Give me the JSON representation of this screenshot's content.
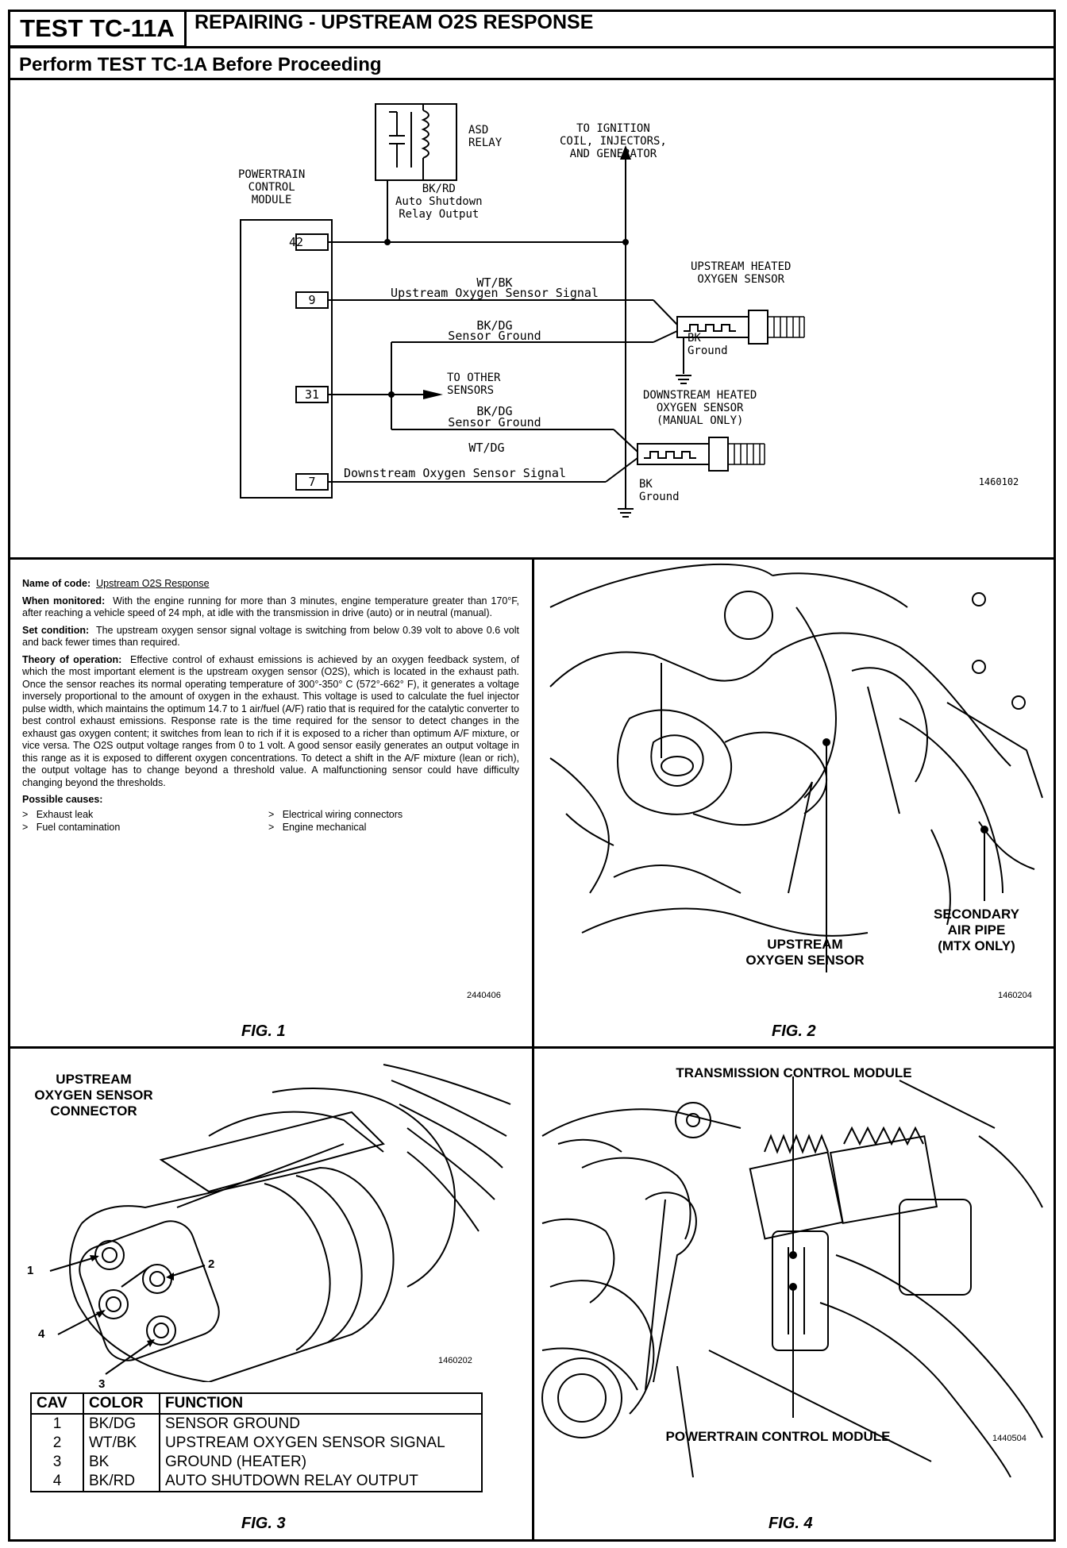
{
  "header": {
    "test_id": "TEST TC-11A",
    "title": "REPAIRING - UPSTREAM O2S RESPONSE",
    "subtitle": "Perform TEST TC-1A Before Proceeding"
  },
  "schematic": {
    "asd_relay": "ASD\nRELAY",
    "to_ignition": "TO IGNITION\nCOIL, INJECTORS,\nAND GENERATOR",
    "pcm": "POWERTRAIN\nCONTROL\nMODULE",
    "bkrd_label": "BK/RD\nAuto Shutdown\nRelay Output",
    "pins": [
      "42",
      "9",
      "31",
      "7"
    ],
    "wtbk_label": "WT/BK",
    "upstream_signal": "Upstream Oxygen Sensor Signal",
    "bkdg_label_1": "BK/DG",
    "sensor_ground_1": "Sensor Ground",
    "upstream_heated": "UPSTREAM HEATED\nOXYGEN SENSOR",
    "bk_ground_1": "BK\nGround",
    "to_other": "TO OTHER\nSENSORS",
    "bkdg_label_2": "BK/DG",
    "sensor_ground_2": "Sensor Ground",
    "downstream_heated": "DOWNSTREAM HEATED\nOXYGEN SENSOR\n(MANUAL ONLY)",
    "wtdg_label": "WT/DG",
    "downstream_signal": "Downstream Oxygen Sensor Signal",
    "bk_ground_2": "BK\nGround",
    "ref": "1460102"
  },
  "fig1": {
    "name_label": "Name of code:",
    "name_value": "Upstream O2S Response",
    "when_label": "When monitored:",
    "when_text": "With the engine running for more than 3 minutes, engine temperature greater than 170°F, after reaching a vehicle speed of 24 mph, at idle with the transmission in drive (auto) or in neutral (manual).",
    "set_label": "Set condition:",
    "set_text": "The upstream oxygen sensor signal voltage is switching from below 0.39 volt to above 0.6 volt and back fewer times than required.",
    "theory_label": "Theory of operation:",
    "theory_text": "Effective control of exhaust emissions is achieved by an oxygen feedback system, of which the most important element is the upstream oxygen sensor (O2S), which is located in the exhaust path. Once the sensor reaches its normal operating temperature of 300°-350° C (572°-662° F), it generates a voltage inversely proportional to the amount of oxygen in the exhaust. This voltage is used to calculate the fuel injector pulse width, which maintains the optimum 14.7 to 1 air/fuel (A/F) ratio that is required for the catalytic converter to best control exhaust emissions. Response rate is the time required for the sensor to detect changes in the exhaust gas oxygen content; it switches from lean to rich if it is exposed to a richer than optimum A/F mixture, or vice versa. The O2S output voltage ranges from 0 to 1 volt. A good sensor easily generates an output voltage in this range as it is exposed to different oxygen concentrations. To detect a shift in the A/F mixture (lean or rich), the output voltage has to change beyond a threshold value. A malfunctioning sensor could have difficulty changing beyond the thresholds.",
    "causes_label": "Possible causes:",
    "causes": [
      "Exhaust leak",
      "Electrical wiring connectors",
      "Fuel contamination",
      "Engine mechanical"
    ],
    "ref": "2440406",
    "caption": "FIG. 1"
  },
  "fig2": {
    "upstream_label": "UPSTREAM\nOXYGEN SENSOR",
    "secondary_label": "SECONDARY\nAIR PIPE\n(MTX ONLY)",
    "ref": "1460204",
    "caption": "FIG. 2"
  },
  "fig3": {
    "connector_label": "UPSTREAM\nOXYGEN SENSOR\nCONNECTOR",
    "pin_labels": [
      "1",
      "2",
      "3",
      "4"
    ],
    "ref": "1460202",
    "table_headers": [
      "CAV",
      "COLOR",
      "FUNCTION"
    ],
    "table_rows": [
      [
        "1",
        "BK/DG",
        "SENSOR GROUND"
      ],
      [
        "2",
        "WT/BK",
        "UPSTREAM OXYGEN SENSOR SIGNAL"
      ],
      [
        "3",
        "BK",
        "GROUND (HEATER)"
      ],
      [
        "4",
        "BK/RD",
        "AUTO SHUTDOWN RELAY OUTPUT"
      ]
    ],
    "caption": "FIG. 3"
  },
  "fig4": {
    "tcm_label": "TRANSMISSION CONTROL MODULE",
    "pcm_label": "POWERTRAIN CONTROL MODULE",
    "ref": "1440504",
    "caption": "FIG. 4"
  }
}
